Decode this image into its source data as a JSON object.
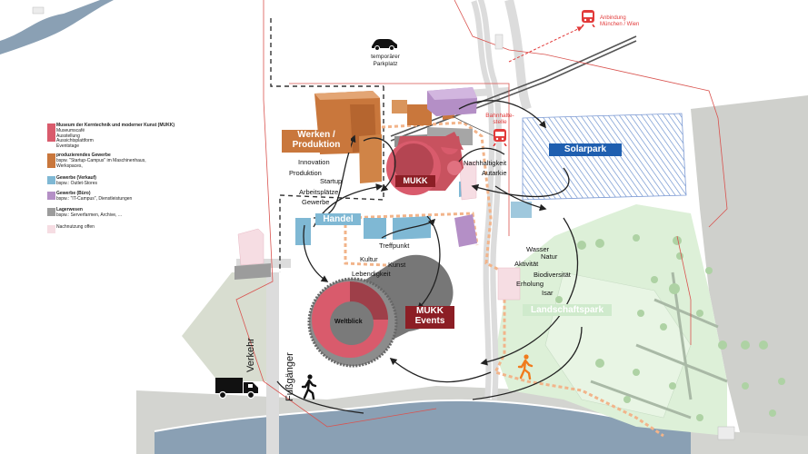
{
  "colors": {
    "mukk": "#d95b6c",
    "produktion": "#c9773c",
    "handel": "#7fb8d4",
    "buero": "#b48fc6",
    "lager": "#9c9c9c",
    "nachnutzung": "#f6dde3",
    "solarpark": "#1f5fb0",
    "events": "#8c1e25",
    "landschaft": "#ddf0d8",
    "railred": "#e23a3a",
    "water": "#8aa0b4"
  },
  "icons": {
    "car": "car-icon",
    "train": "train-icon",
    "truck": "truck-icon",
    "pedestrian": "pedestrian-icon",
    "pedestrian_orange": "pedestrian-icon"
  },
  "rail": {
    "label_line1": "Anbindung",
    "label_line2": "München / Wien"
  },
  "parking": {
    "label_line1": "temporärer",
    "label_line2": "Parkplatz"
  },
  "station": {
    "label_line1": "Bahnhalte-",
    "label_line2": "stelle"
  },
  "boxes": {
    "werken": {
      "line1": "Werken /",
      "line2": "Produktion"
    },
    "mukk": "MUKK",
    "handel": "Handel",
    "solarpark": "Solarpark",
    "events": {
      "line1": "MUKK",
      "line2": "Events"
    },
    "landschaft": "Landschaftspark",
    "weltblick": "Weltblick"
  },
  "keywords": {
    "innovation": "Innovation",
    "produktion": "Produktion",
    "startup": "Startup",
    "arbeitsplaetze": "Arbeitsplätze",
    "gewerbe": "Gewerbe",
    "nachhaltigkeit": "Nachhaltigkeit",
    "autarkie": "Autarkie",
    "treffpunkt": "Treffpunkt",
    "kultur": "Kultur",
    "kunst": "Kunst",
    "lebendigkeit": "Lebendigkeit",
    "wasser": "Wasser",
    "natur": "Natur",
    "aktivitaet": "Aktivität",
    "biodiversitaet": "Biodiversität",
    "erholung": "Erholung",
    "isar": "Isar"
  },
  "traffic": {
    "verkehr": "Verkehr",
    "fussgaenger": "Fußgänger"
  },
  "legend": [
    {
      "title": "Museum der Kerntechnik und moderner Kunst (MUKK)",
      "lines": [
        "Museumscafé",
        "Ausstellung",
        "Aussichtsplattform",
        "Eventstage"
      ],
      "color": "#d95b6c"
    },
    {
      "title": "produzierendes Gewerbe",
      "lines": [
        "bspw. \"Startup-Campus\" im Maschinenhaus,",
        "Werkspaces,"
      ],
      "color": "#c9773c"
    },
    {
      "title": "Gewerbe (Verkauf)",
      "lines": [
        "bspw.: Outlet-Stores"
      ],
      "color": "#7fb8d4"
    },
    {
      "title": "Gewerbe (Büro)",
      "lines": [
        "bspw.: \"IT-Campus\", Dienstleistungen"
      ],
      "color": "#b48fc6"
    },
    {
      "title": "Lagerwesen",
      "lines": [
        "bspw.: Serverfarmen, Archive, ..."
      ],
      "color": "#9c9c9c"
    },
    {
      "title": "",
      "lines": [
        "Nachnutzung offen"
      ],
      "color": "#f6dde3"
    }
  ]
}
